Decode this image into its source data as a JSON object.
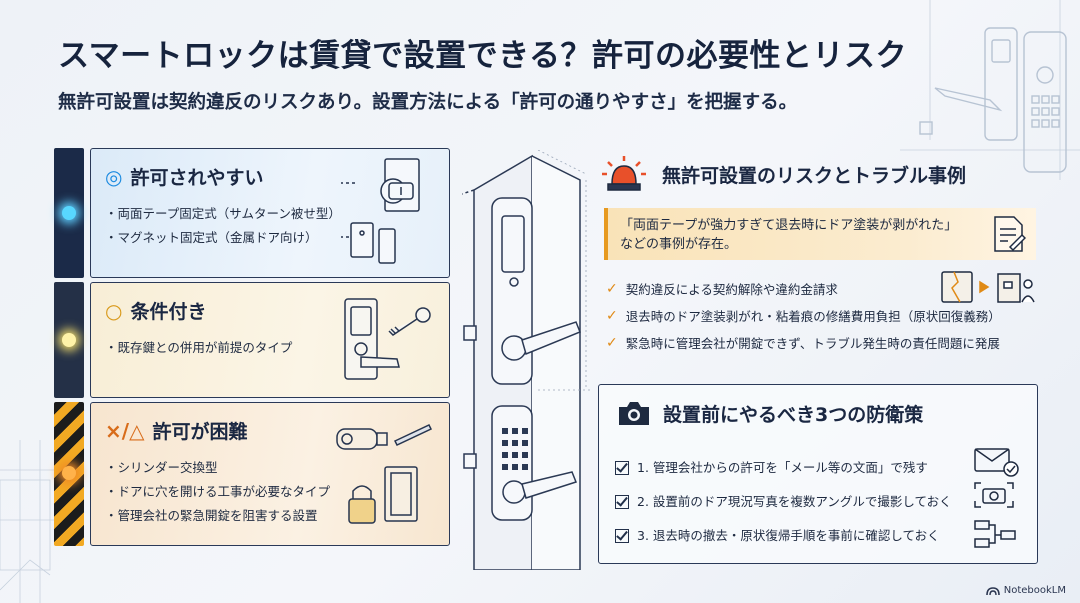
{
  "title": "スマートロックは賃貸で設置できる？許可の必要性とリスク",
  "subtitle": "無許可設置は契約違反のリスクあり。設置方法による「許可の通りやすさ」を把握する。",
  "tiers": [
    {
      "mark": "◎",
      "label": "許可されやすい",
      "items": [
        "両面テープ固定式（サムターン被せ型）",
        "マグネット固定式（金属ドア向け）"
      ],
      "color": "#58d7ff"
    },
    {
      "mark": "○",
      "label": "条件付き",
      "items": [
        "既存鍵との併用が前提のタイプ"
      ],
      "color": "#f1dc6c"
    },
    {
      "mark": "×/△",
      "label": "許可が困難",
      "items": [
        "シリンダー交換型",
        "ドアに穴を開ける工事が必要なタイプ",
        "管理会社の緊急開錠を阻害する設置"
      ],
      "color": "#f08a26"
    }
  ],
  "risk": {
    "title": "無許可設置のリスクとトラブル事例",
    "case_line1": "「両面テープが強力すぎて退去時にドア塗装が剥がれた」",
    "case_line2": "などの事例が存在。",
    "items": [
      "契約違反による契約解除や違約金請求",
      "退去時のドア塗装剥がれ・粘着痕の修繕費用負担（原状回復義務）",
      "緊急時に管理会社が開錠できず、トラブル発生時の責任問題に発展"
    ],
    "accent": "#e08a16"
  },
  "prevention": {
    "title": "設置前にやるべき3つの防衛策",
    "items": [
      "1. 管理会社からの許可を「メール等の文面」で残す",
      "2. 設置前のドア現況写真を複数アングルで撮影しておく",
      "3. 退去時の撤去・原状復帰手順を事前に確認しておく"
    ]
  },
  "brand": "NotebookLM",
  "icons": [
    "siren-icon",
    "document-icon",
    "broken-wall-icon",
    "door-person-icon",
    "camera-icon",
    "mail-check-icon",
    "photo-scan-icon",
    "flowchart-icon"
  ]
}
